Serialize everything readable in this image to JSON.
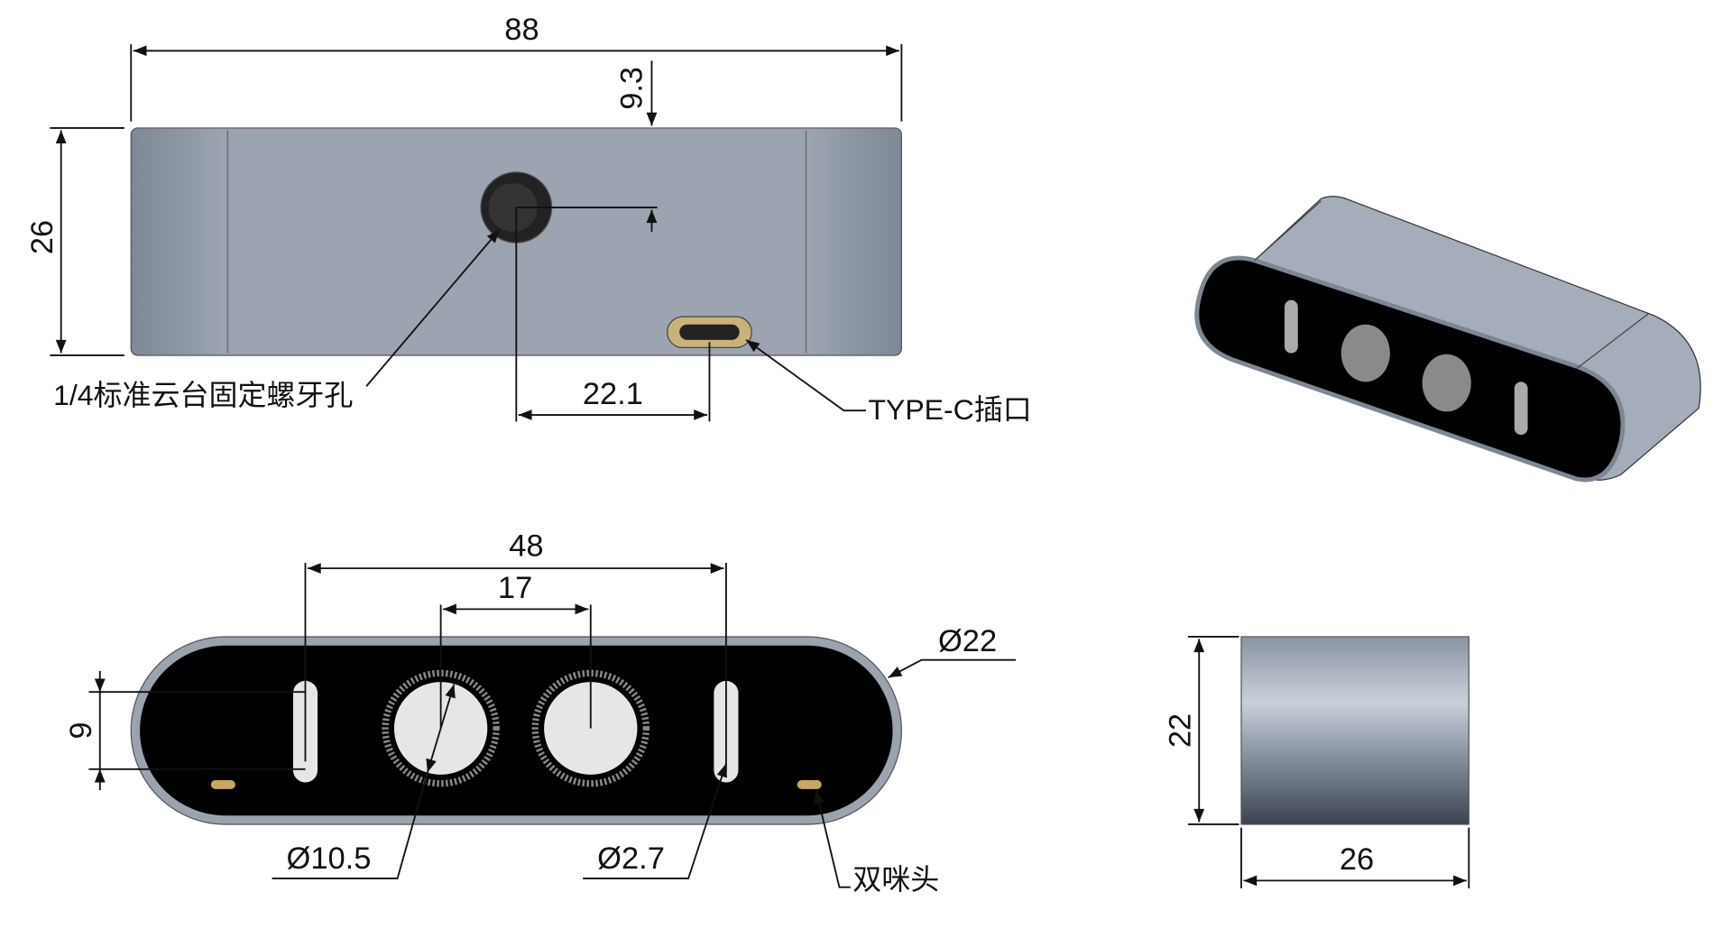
{
  "front_view": {
    "width_dim": "88",
    "height_dim": "26",
    "hole_offset_dim": "9.3",
    "usb_offset_dim": "22.1",
    "screw_hole_label": "1/4标准云台固定螺牙孔",
    "usb_label": "TYPE-C插口"
  },
  "lens_view": {
    "outer_dim": "48",
    "inner_dim": "17",
    "slot_height_dim": "9",
    "end_diameter_dim": "Ø22",
    "lens_diameter_dim": "Ø10.5",
    "slot_width_dim": "Ø2.7",
    "mic_label": "双咪头"
  },
  "side_view": {
    "height_dim": "22",
    "depth_dim": "26"
  },
  "colors": {
    "body": "#9aa3ae",
    "face": "#000000",
    "lens": "#e6e6e6",
    "mic": "#c8a860"
  }
}
